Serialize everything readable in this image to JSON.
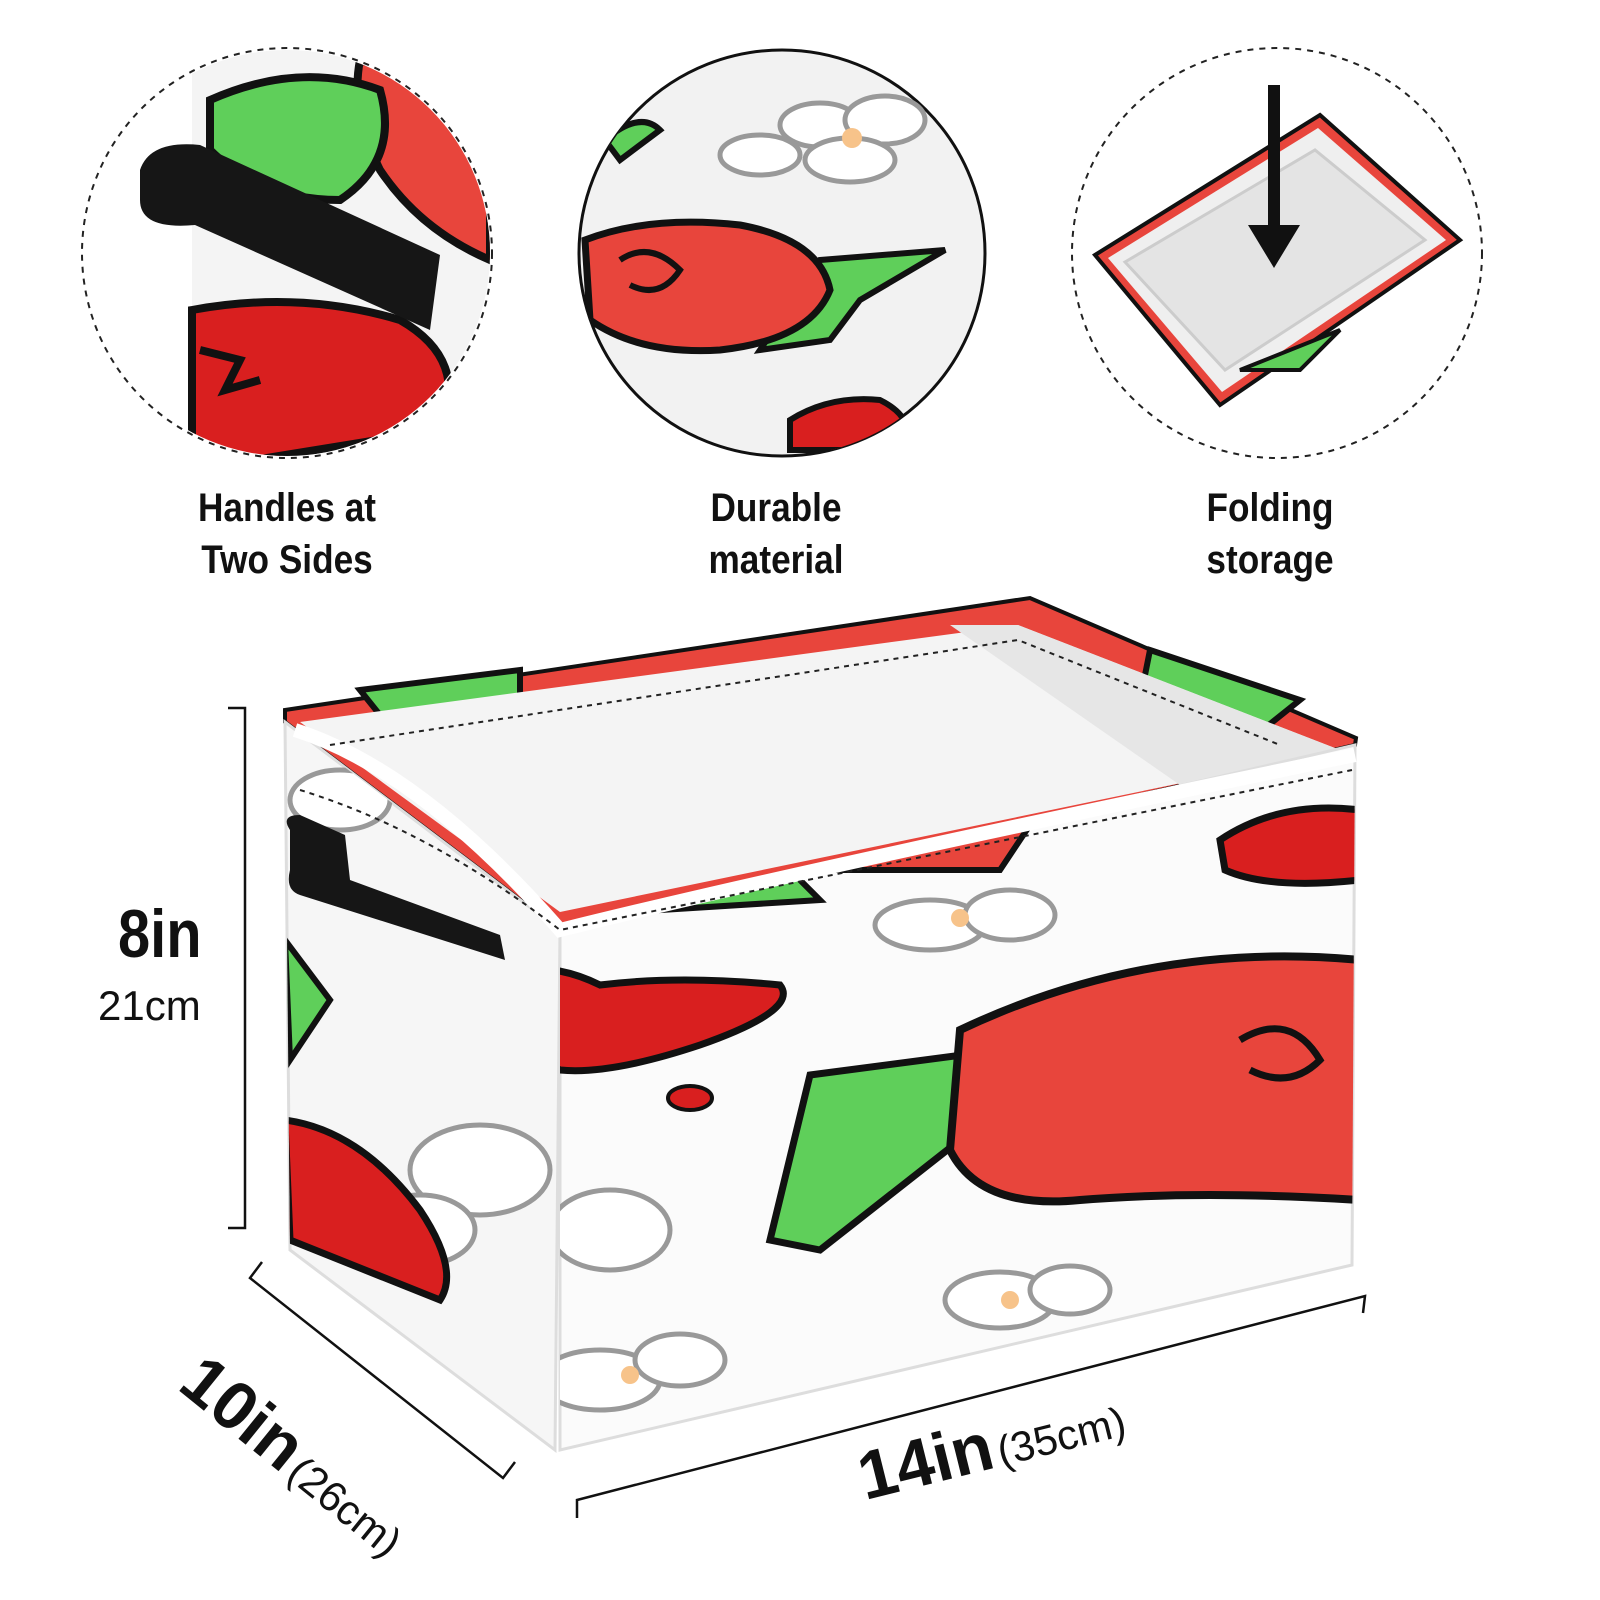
{
  "features": [
    {
      "line1": "Handles at",
      "line2": "Two Sides"
    },
    {
      "line1": "Durable",
      "line2": "material"
    },
    {
      "line1": "Folding",
      "line2": "storage"
    }
  ],
  "dimensions": {
    "height_in": "8in",
    "height_cm": "21cm",
    "depth_in": "10in",
    "depth_cm": "(26cm)",
    "width_in": "14in",
    "width_cm": "(35cm)"
  },
  "colors": {
    "rose": "#e8453c",
    "heart": "#d91f1f",
    "leaf": "#5fcf5a",
    "outline": "#111111",
    "handle": "#161616"
  }
}
